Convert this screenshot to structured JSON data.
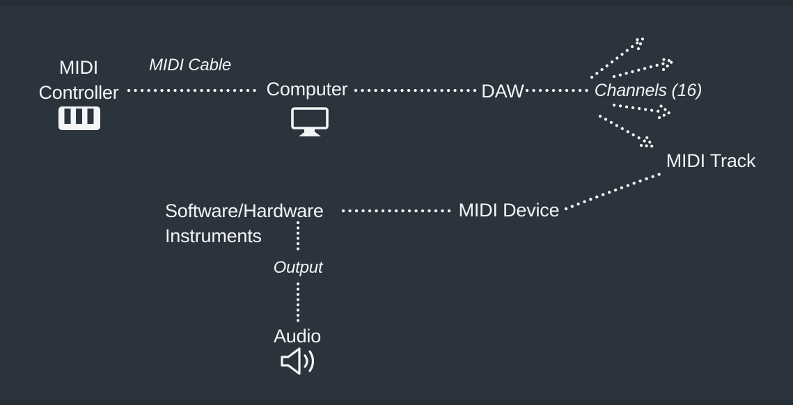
{
  "title": "MIDI signal flow diagram",
  "colors": {
    "background": "#2b333c",
    "edge_strip": "#252d35",
    "foreground": "#f3f5f6"
  },
  "nodes": {
    "midi_controller": {
      "line1": "MIDI",
      "line2": "Controller",
      "icon": "piano-keys-icon"
    },
    "computer": {
      "label": "Computer",
      "icon": "monitor-icon"
    },
    "daw": {
      "label": "DAW"
    },
    "midi_track": {
      "label": "MIDI Track"
    },
    "instruments": {
      "line1": "Software/Hardware",
      "line2": "Instruments"
    },
    "midi_device": {
      "label": "MIDI Device"
    },
    "audio": {
      "label": "Audio",
      "icon": "speaker-icon"
    }
  },
  "edge_labels": {
    "midi_cable": "MIDI Cable",
    "channels": "Channels (16)",
    "output": "Output"
  }
}
